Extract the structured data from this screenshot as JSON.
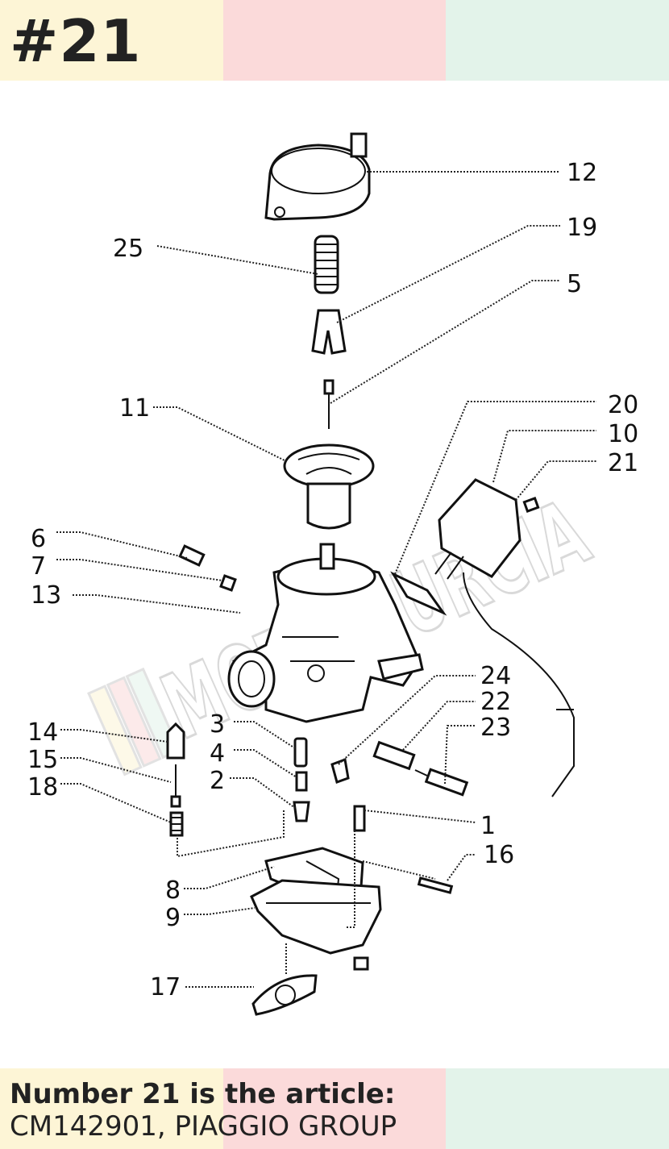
{
  "title": "#21",
  "palette": {
    "band1": "#fdf5d6",
    "band2": "#fbdada",
    "band3": "#e3f3ea",
    "ink": "#222222"
  },
  "watermark": "MOTOMURCIA",
  "callouts": {
    "c12": "12",
    "c19": "19",
    "c25": "25",
    "c5": "5",
    "c11": "11",
    "c20": "20",
    "c10": "10",
    "c21": "21",
    "c6": "6",
    "c7": "7",
    "c13": "13",
    "c24": "24",
    "c22": "22",
    "c23": "23",
    "c14": "14",
    "c3": "3",
    "c15": "15",
    "c4": "4",
    "c18": "18",
    "c2": "2",
    "c1": "1",
    "c16": "16",
    "c8": "8",
    "c9": "9",
    "c17": "17"
  },
  "caption": {
    "line1": "Number 21 is the article:",
    "line2": "CM142901, PIAGGIO GROUP"
  }
}
